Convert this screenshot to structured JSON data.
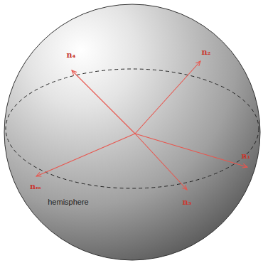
{
  "diagram": {
    "labels": [
      "n₄",
      "n₂",
      "n₁",
      "nₘ",
      "n₃",
      "hemisphere"
    ]
  }
}
